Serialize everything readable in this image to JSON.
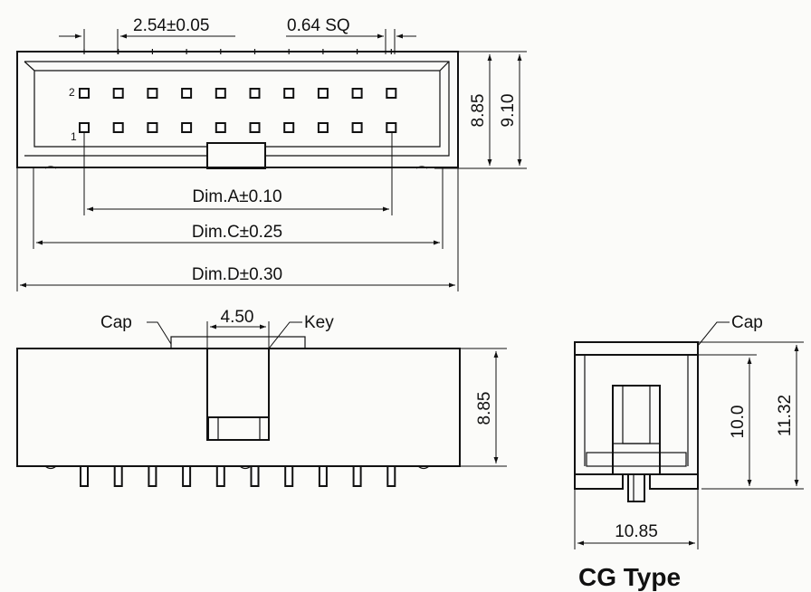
{
  "dimensions": {
    "pitch": "2.54±0.05",
    "pin_size": "0.64 SQ",
    "height_a": "8.85",
    "height_b": "9.10",
    "dim_a": "Dim.A±0.10",
    "dim_c": "Dim.C±0.25",
    "dim_d": "Dim.D±0.30",
    "key_width": "4.50",
    "side_height": "8.85",
    "cg_height_inner": "10.0",
    "cg_height_outer": "11.32",
    "cg_width": "10.85"
  },
  "labels": {
    "pin_2": "2",
    "pin_1": "1",
    "cap_front": "Cap",
    "key": "Key",
    "cap_side": "Cap",
    "type_title": "CG Type"
  },
  "pins": {
    "rows": 2,
    "columns": 10
  }
}
